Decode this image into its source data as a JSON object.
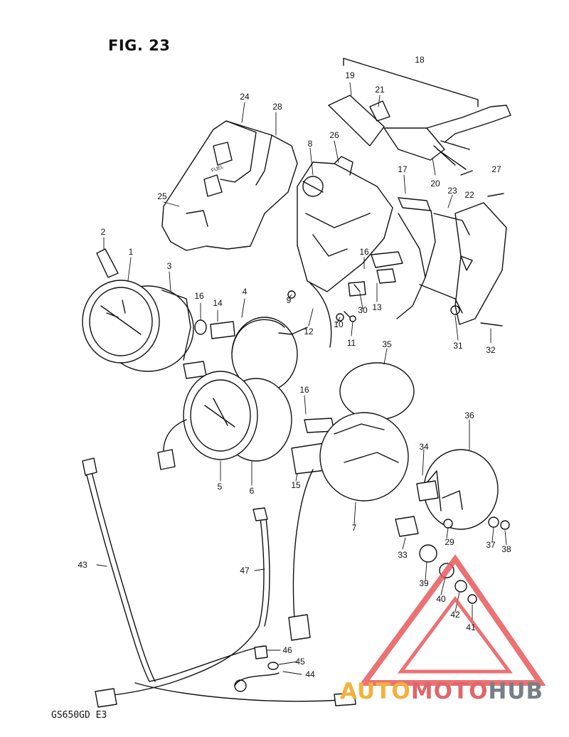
{
  "figure": {
    "title": "FIG. 23",
    "model_code": "GS650GD  E3"
  },
  "callouts": [
    "1",
    "2",
    "3",
    "4",
    "5",
    "6",
    "7",
    "8",
    "9",
    "10",
    "11",
    "12",
    "13",
    "14",
    "15",
    "16",
    "16",
    "16",
    "17",
    "18",
    "19",
    "20",
    "21",
    "22",
    "23",
    "24",
    "25",
    "26",
    "27",
    "28",
    "29",
    "30",
    "31",
    "32",
    "33",
    "34",
    "35",
    "36",
    "37",
    "38",
    "39",
    "40",
    "41",
    "42",
    "43",
    "44",
    "45",
    "46",
    "47"
  ],
  "logo": {
    "part1": "AUTO",
    "part2": "MOTO",
    "part3": "HUB",
    "colors": {
      "part1": "#f3b13b",
      "part2": "#e0666a",
      "part3": "#787f86",
      "triangle": "#e8595c"
    }
  }
}
